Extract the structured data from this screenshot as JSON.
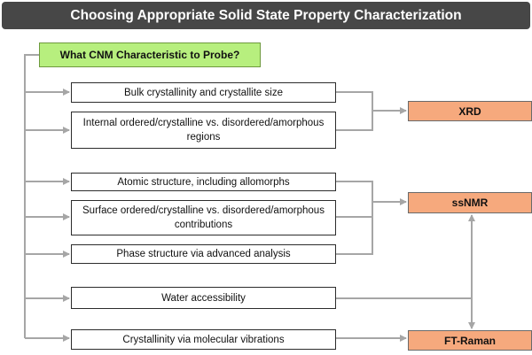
{
  "title": "Choosing Appropriate Solid State Property Characterization",
  "question": "What CNM Characteristic to Probe?",
  "characteristics": [
    "Bulk crystallinity and crystallite size",
    "Internal ordered/crystalline vs. disordered/amorphous regions",
    "Atomic structure, including allomorphs",
    "Surface ordered/crystalline vs. disordered/amorphous contributions",
    "Phase structure via advanced analysis",
    "Water accessibility",
    "Crystallinity via molecular vibrations"
  ],
  "techniques": [
    "XRD",
    "ssNMR",
    "FT-Raman"
  ],
  "colors": {
    "title_bg": "#474747",
    "question_bg": "#b7ef7e",
    "technique_bg": "#f6a97d",
    "connector": "#a6a6a6"
  }
}
